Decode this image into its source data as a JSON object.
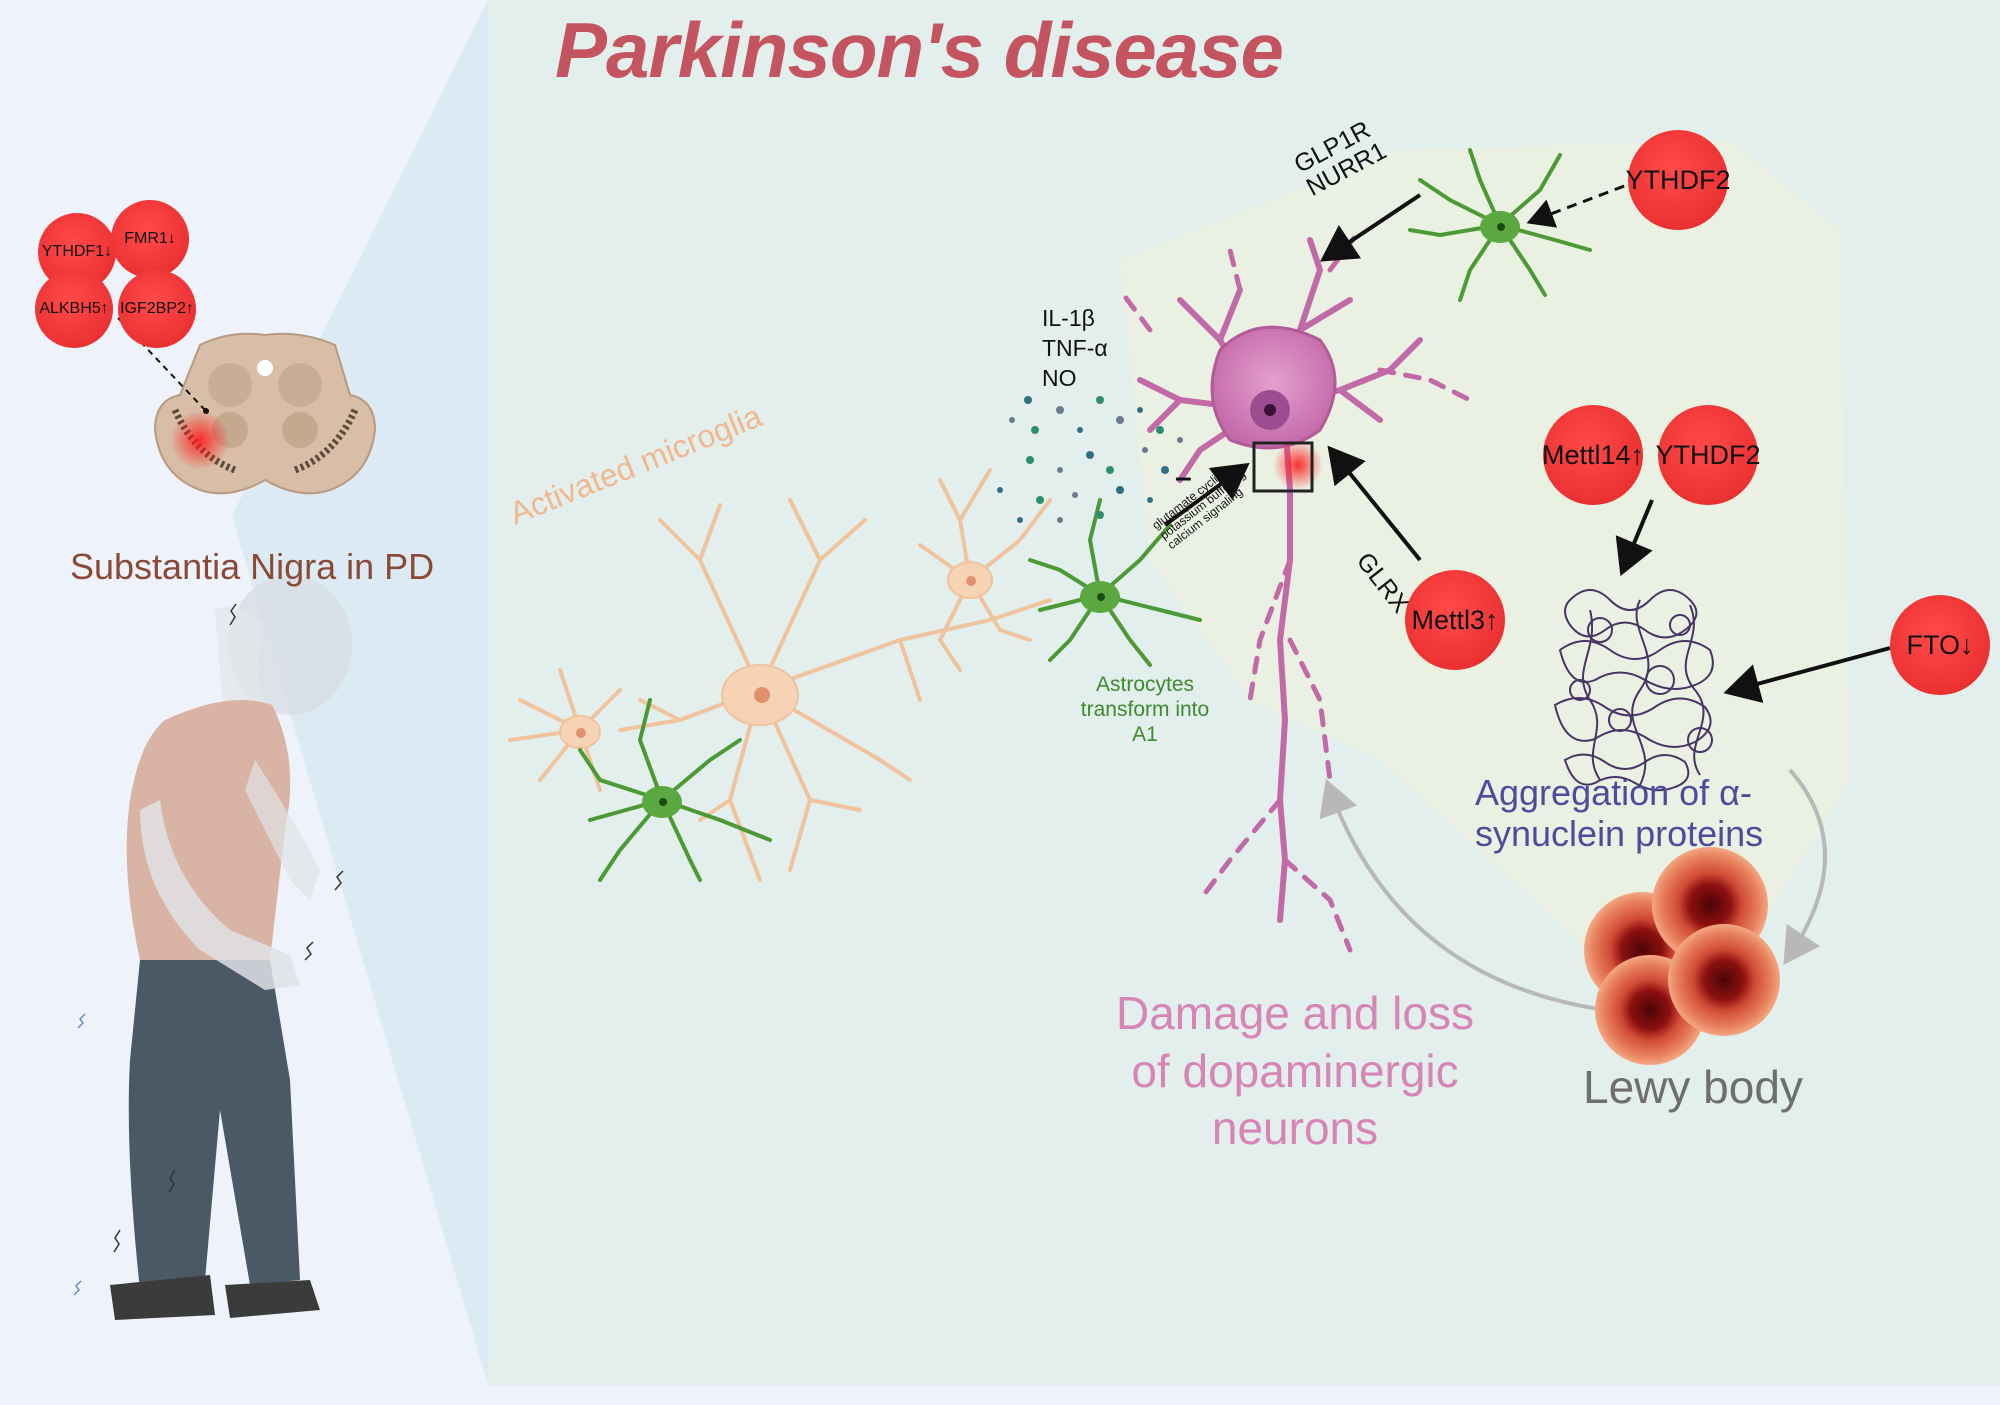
{
  "title": "Parkinson's disease",
  "left_panel": {
    "label": "Substantia Nigra in PD",
    "genes": [
      "YTHDF1↓",
      "FMR1↓",
      "ALKBH5↑",
      "IGF2BP2↑"
    ]
  },
  "cytokines": [
    "IL-1β",
    "TNF-α",
    "NO"
  ],
  "labels": {
    "activated_microglia": "Activated microglia",
    "astrocytes": "Astrocytes transform into A1",
    "astro_functions": [
      "glutamate cycling",
      "potassium buffering",
      "calcium signaling"
    ],
    "inhibit_symbol": "–",
    "damage": "Damage and loss of dopaminergic neurons",
    "aggregation": [
      "Aggregation of α-",
      "synuclein proteins"
    ],
    "lewy_body": "Lewy body"
  },
  "arrows": {
    "glp1r_nurr1": [
      "GLP1R",
      "NURR1"
    ],
    "glrx": "GLRX"
  },
  "genes_right": {
    "ythdf2_top": "YTHDF2",
    "mettl14": "Mettl14↑",
    "ythdf2_mid": "YTHDF2",
    "mettl3": "Mettl3↑",
    "fto": "FTO↓"
  },
  "colors": {
    "title": "#c4545f",
    "gene_circle": "#ef3535",
    "neuron": "#c26aa8",
    "microglia": "#f4c9a2",
    "astrocyte": "#4b9a34",
    "panel_bg": "#e4f0ed",
    "lewy": "#d4523b"
  }
}
